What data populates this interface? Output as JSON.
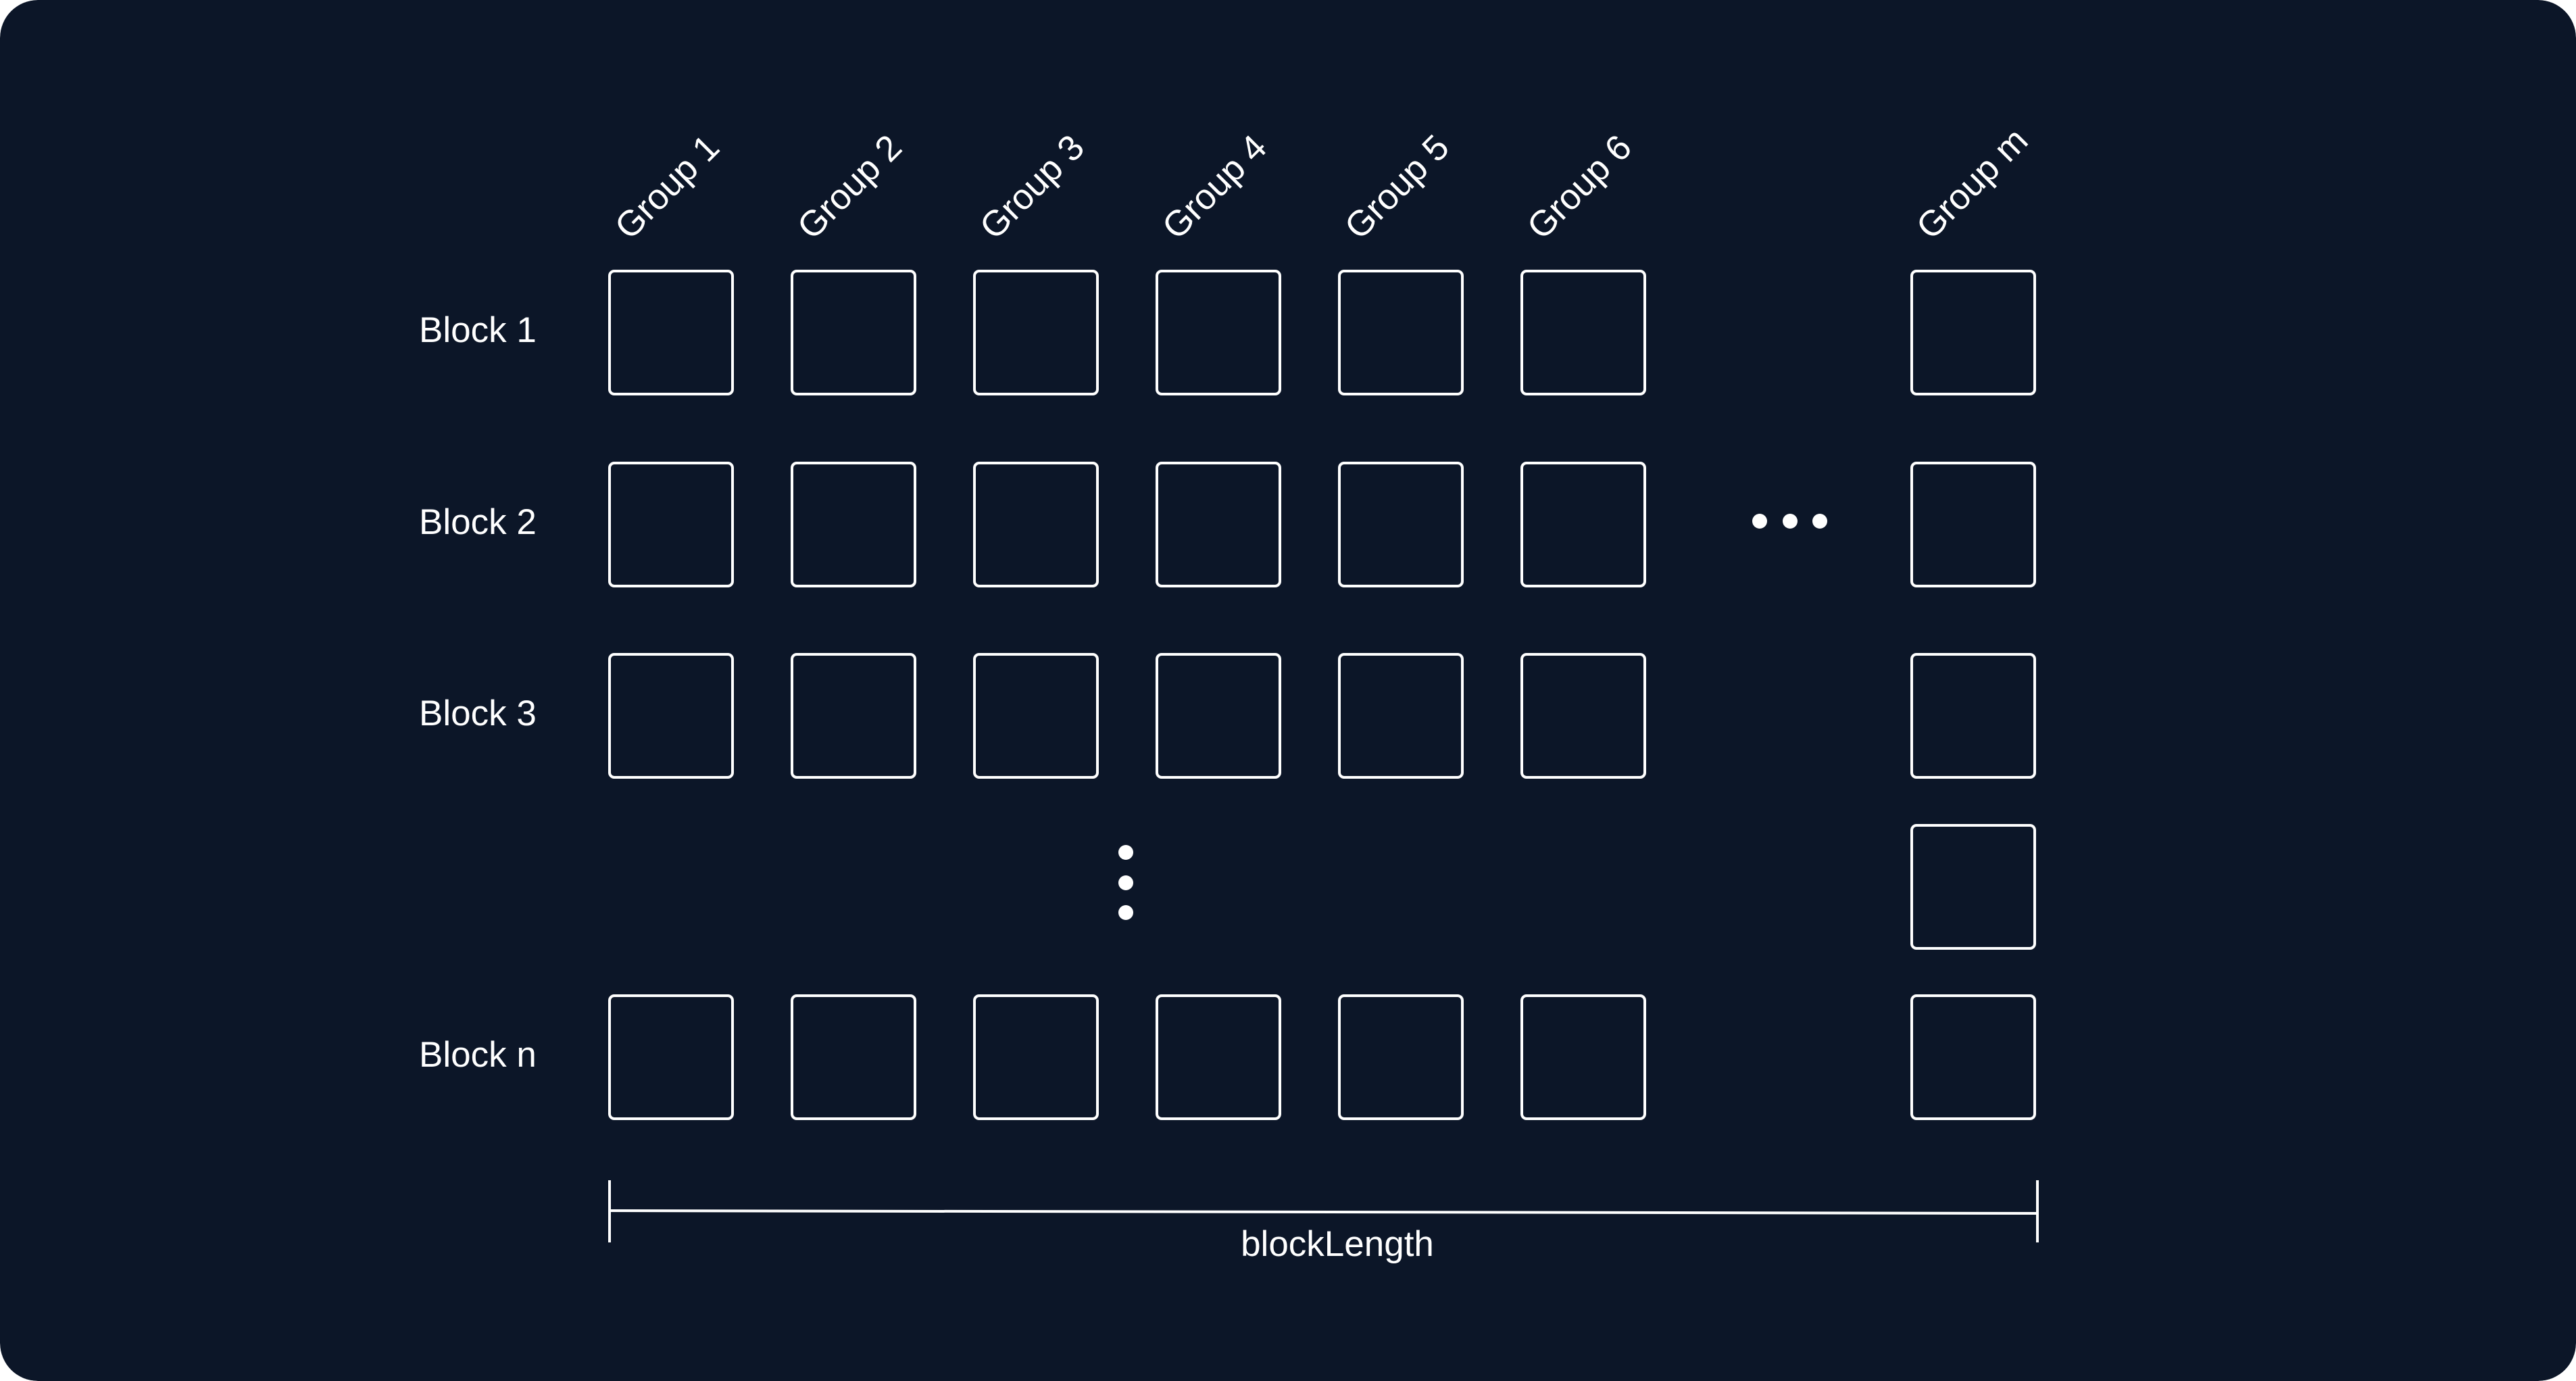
{
  "colors": {
    "background": "#0c1628",
    "foreground": "#ffffff"
  },
  "diagram": {
    "groups": [
      "Group 1",
      "Group 2",
      "Group 3",
      "Group 4",
      "Group 5",
      "Group 6",
      "Group m"
    ],
    "blocks": [
      "Block 1",
      "Block 2",
      "Block 3",
      "Block n"
    ],
    "measure_label": "blockLength"
  }
}
